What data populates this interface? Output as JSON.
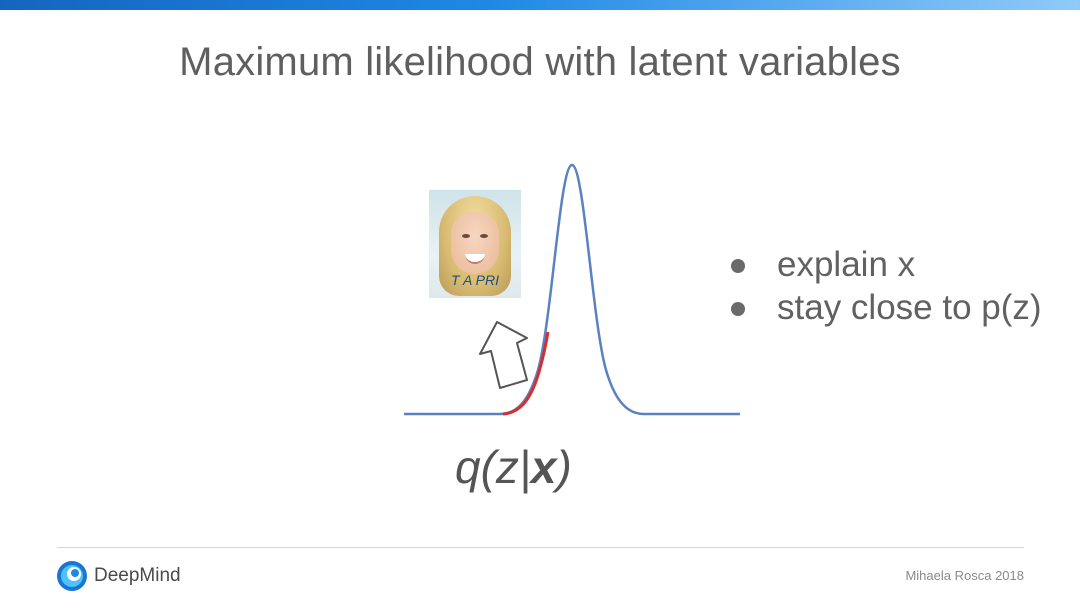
{
  "slide": {
    "title": "Maximum likelihood with latent variables"
  },
  "diagram": {
    "distribution_label_prefix": "q(z|",
    "distribution_label_var": "x",
    "distribution_label_suffix": ")",
    "image_text": "T A PRI",
    "curve_color": "#5b82c0",
    "highlight_color": "#d32f2f"
  },
  "bullets": [
    "explain x",
    "stay close to p(z)"
  ],
  "footer": {
    "brand": "DeepMind",
    "credit": "Mihaela Rosca 2018",
    "brand_color": "#1976d2"
  }
}
